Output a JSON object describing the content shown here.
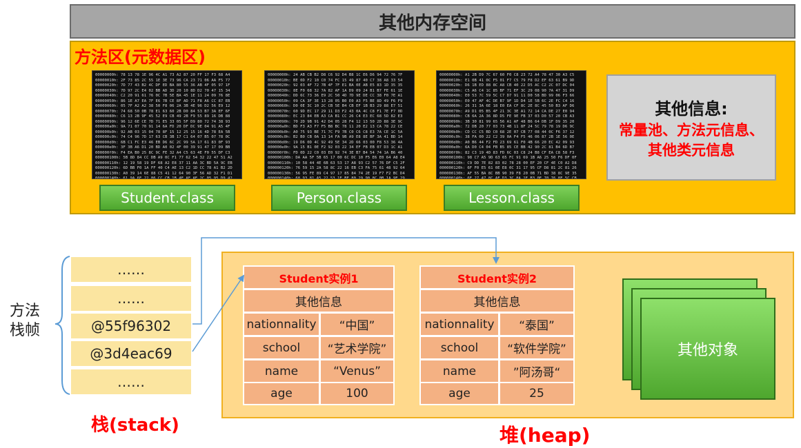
{
  "other_memory": {
    "title": "其他内存空间"
  },
  "method_area": {
    "title": "方法区(元数据区)",
    "class_files": [
      {
        "label": "Student.class"
      },
      {
        "label": "Person.class"
      },
      {
        "label": "Lesson.class"
      }
    ],
    "other_info": {
      "title": "其他信息:",
      "line1": "常量池、方法元信息、",
      "line2": "其他类元信息"
    }
  },
  "stack": {
    "frame_label_line1": "方法",
    "frame_label_line2": "栈帧",
    "cells": [
      {
        "text": "……"
      },
      {
        "text": "……"
      },
      {
        "text": "@55f96302"
      },
      {
        "text": "@3d4eac69"
      },
      {
        "text": "……"
      }
    ],
    "label": "栈(stack)"
  },
  "heap": {
    "label": "堆(heap)",
    "instances": [
      {
        "title": "Student实例1",
        "other_info": "其他信息",
        "fields": [
          {
            "key": "nationnality",
            "value": "“中国”"
          },
          {
            "key": "school",
            "value": "“艺术学院”"
          },
          {
            "key": "name",
            "value": "“Venus”"
          },
          {
            "key": "age",
            "value": "100"
          }
        ]
      },
      {
        "title": "Student实例2",
        "other_info": "其他信息",
        "fields": [
          {
            "key": "nationnality",
            "value": "“泰国”"
          },
          {
            "key": "school",
            "value": "“软件学院”"
          },
          {
            "key": "name",
            "value": "”阿汤哥“"
          },
          {
            "key": "age",
            "value": "25"
          }
        ]
      }
    ],
    "other_objects": "其他对象"
  },
  "colors": {
    "method_area": "#ffc000",
    "heap": "#ffd98c",
    "stack_cell": "#fbe5a0",
    "instance_cell": "#f4b183",
    "accent_red": "#ff0000",
    "class_button": "#4ea72e",
    "arrow": "#5b9bd5"
  }
}
